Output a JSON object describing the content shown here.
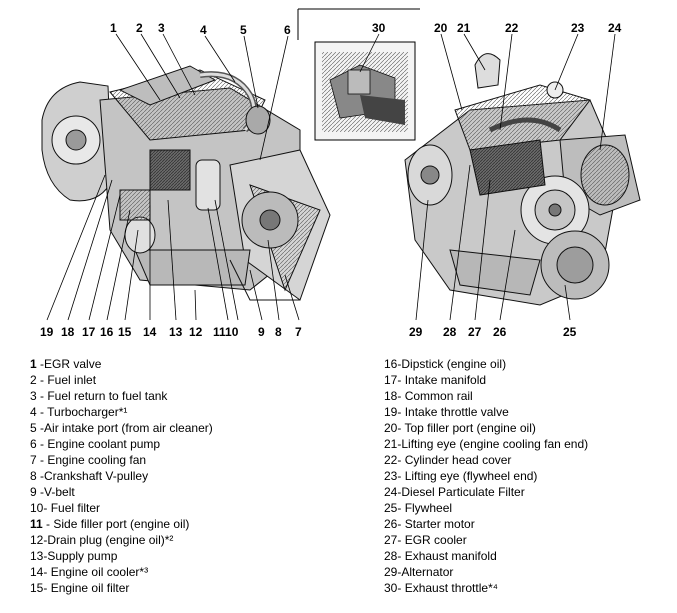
{
  "callouts": {
    "c1": "1",
    "c2": "2",
    "c3": "3",
    "c4": "4",
    "c5": "5",
    "c6": "6",
    "c7": "7",
    "c8": "8",
    "c9": "9",
    "c11_10": "1110",
    "c12": "12",
    "c13": "13",
    "c14": "14",
    "c15": "15",
    "c16": "16",
    "c17": "17",
    "c18": "18",
    "c19": "19",
    "c20": "20",
    "c21": "21",
    "c22": "22",
    "c23": "23",
    "c24": "24",
    "c25": "25",
    "c26": "26",
    "c27": "27",
    "c28": "28",
    "c29": "29",
    "c30": "30"
  },
  "legend_left": [
    {
      "num": "1",
      "text": " -EGR  valve"
    },
    {
      "num": "2",
      "text": "  - Fuel inlet"
    },
    {
      "num": "3",
      "text": "  - Fuel return to fuel tank"
    },
    {
      "num": "4",
      "text": "  - Turbocharger*¹"
    },
    {
      "num": "5",
      "text": " -Air intake port (from air cleaner)"
    },
    {
      "num": "6",
      "text": "  - Engine coolant pump"
    },
    {
      "num": "7",
      "text": "  - Engine cooling fan"
    },
    {
      "num": "8",
      "text": " -Crankshaft  V-pulley"
    },
    {
      "num": "9",
      "text": " -V-belt"
    },
    {
      "num": "10",
      "text": "-  Fuel filter"
    },
    {
      "num": "11",
      "text": " - Side filler port (engine  oil)"
    },
    {
      "num": "12",
      "text": "-Drain plug (engine  oil)*²"
    },
    {
      "num": "13",
      "text": "-Supply  pump"
    },
    {
      "num": "14",
      "text": "-  Engine oil cooler*³"
    },
    {
      "num": "15",
      "text": "-  Engine oil filter"
    }
  ],
  "legend_right": [
    {
      "num": "16",
      "text": "-Dipstick (engine  oil)"
    },
    {
      "num": "17",
      "text": "-  Intake manifold"
    },
    {
      "num": "18",
      "text": "-   Common rail"
    },
    {
      "num": "19",
      "text": "-  Intake throttle valve"
    },
    {
      "num": "20",
      "text": "-   Top filler port (engine oil)"
    },
    {
      "num": "21",
      "text": "-Lifting eye (engine cooling fan end)"
    },
    {
      "num": "22",
      "text": "-  Cylinder head cover"
    },
    {
      "num": "23",
      "text": "-  Lifting eye (flywheel end)"
    },
    {
      "num": "24",
      "text": "-Diesel Particulate Filter"
    },
    {
      "num": "25",
      "text": "-  Flywheel"
    },
    {
      "num": "26",
      "text": "-  Starter motor"
    },
    {
      "num": "27",
      "text": "-  EGR cooler"
    },
    {
      "num": "28",
      "text": "-  Exhaust manifold"
    },
    {
      "num": "29",
      "text": "-Alternator"
    },
    {
      "num": "30",
      "text": "-  Exhaust throttle*⁴"
    }
  ]
}
